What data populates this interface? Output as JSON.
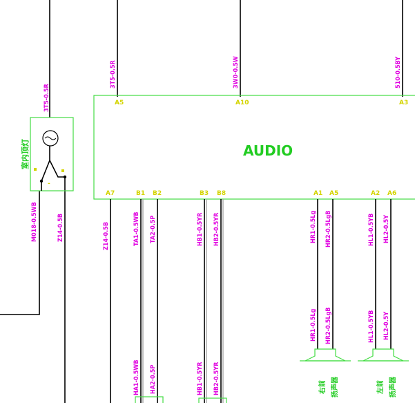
{
  "module": {
    "name": "AUDIO"
  },
  "lamp": {
    "label": "室内顶灯",
    "symbol": "lamp-symbol"
  },
  "top_wires": [
    {
      "label": "3T5-0.5R",
      "pin": "A5"
    },
    {
      "label": "3W0-0.5W",
      "pin": "A10"
    },
    {
      "label": "510-0.5BY",
      "pin": "A3"
    }
  ],
  "lamp_wires": {
    "top": "3T5-0.5R",
    "left": "M018-0.5WB",
    "right": "Z14-0.5B"
  },
  "bottom_pins": [
    "A7",
    "B1",
    "B2",
    "B3",
    "B8",
    "A1",
    "A5",
    "A2",
    "A6"
  ],
  "bottom_wires_upper": [
    "Z14-0.5B",
    "TA1-0.5WB",
    "TA2-0.5P",
    "HB1-0.5YR",
    "HB2-0.5YR",
    "HR1-0.5Lg",
    "HR2-0.5LgB",
    "HL1-0.5YB",
    "HL2-0.5Y"
  ],
  "bottom_wires_lower": [
    "HA1-0.5WB",
    "HA2-0.5P",
    "HB1-0.5YR",
    "HB2-0.5YR",
    "HR1-0.5Lg",
    "HR2-0.5LgB",
    "HL1-0.5YB",
    "HL2-0.5Y"
  ],
  "speakers": [
    {
      "label_a": "右前",
      "label_b": "扬声器"
    },
    {
      "label_a": "左前",
      "label_b": "扬声器"
    }
  ]
}
